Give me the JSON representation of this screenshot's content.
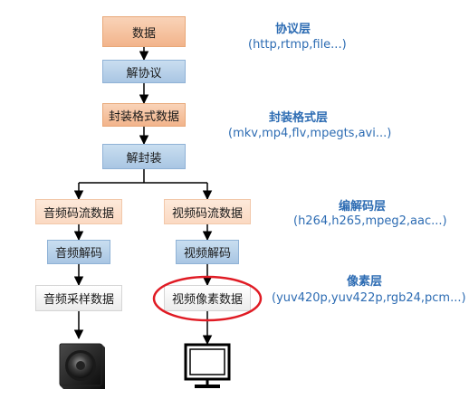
{
  "nodes": {
    "data": "数据",
    "deprotocol": "解协议",
    "container_data": "封装格式数据",
    "demux": "解封装",
    "audio_stream": "音频码流数据",
    "video_stream": "视频码流数据",
    "audio_decode": "音频解码",
    "video_decode": "视频解码",
    "audio_samples": "音频采样数据",
    "video_pixels": "视频像素数据"
  },
  "layers": {
    "protocol": {
      "title": "协议层",
      "examples": "(http,rtmp,file...)"
    },
    "container": {
      "title": "封装格式层",
      "examples": "(mkv,mp4,flv,mpegts,avi...)"
    },
    "codec": {
      "title": "编解码层",
      "examples": "(h264,h265,mpeg2,aac...)"
    },
    "pixel": {
      "title": "像素层",
      "examples": "(yuv420p,yuv422p,rgb24,pcm...)"
    }
  },
  "colors": {
    "layer_text": "#2d6cb3",
    "highlight_ellipse": "#e01b24"
  },
  "icons": {
    "speaker": "speaker-icon",
    "monitor": "monitor-icon"
  }
}
